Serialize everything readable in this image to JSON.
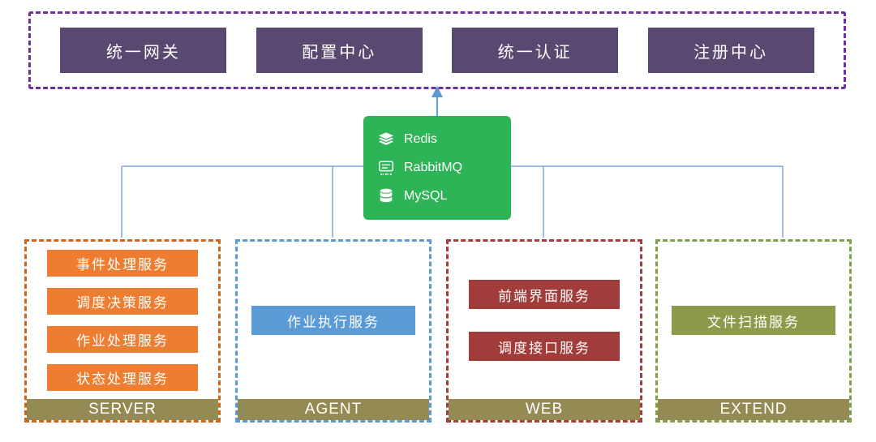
{
  "top_panel": {
    "boxes": [
      "统一网关",
      "配置中心",
      "统一认证",
      "注册中心"
    ]
  },
  "middleware": {
    "items": [
      {
        "label": "Redis",
        "icon": "redis-layers-icon"
      },
      {
        "label": "RabbitMQ",
        "icon": "rabbitmq-queue-icon"
      },
      {
        "label": "MySQL",
        "icon": "database-cylinder-icon"
      }
    ]
  },
  "groups": [
    {
      "footer": "SERVER",
      "items": [
        "事件处理服务",
        "调度决策服务",
        "作业处理服务",
        "状态处理服务"
      ]
    },
    {
      "footer": "AGENT",
      "items": [
        "作业执行服务"
      ]
    },
    {
      "footer": "WEB",
      "items": [
        "前端界面服务",
        "调度接口服务"
      ]
    },
    {
      "footer": "EXTEND",
      "items": [
        "文件扫描服务"
      ]
    }
  ],
  "colors": {
    "top_border": "#7030a0",
    "top_box": "#59486f",
    "middleware_bg": "#2db457",
    "connector": "#7fa7d9",
    "server_box": "#ed7d31",
    "server_border": "#d2651d",
    "agent_accent": "#5b9bd5",
    "web_box": "#a23c3a",
    "web_border": "#a33b39",
    "extend_box": "#8c9b49",
    "extend_border": "#7fa04b",
    "footer_bg": "#948a54"
  }
}
